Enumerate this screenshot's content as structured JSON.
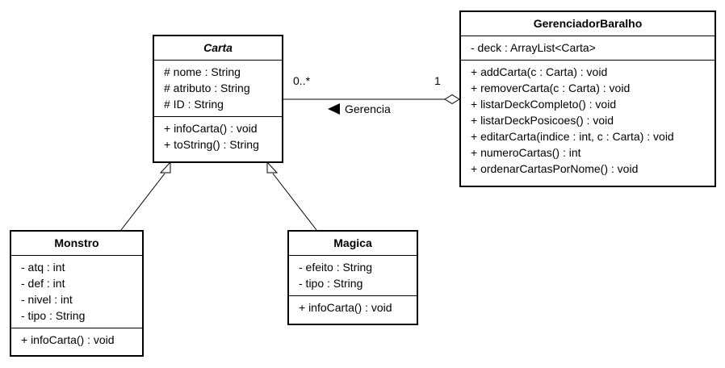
{
  "classes": {
    "carta": {
      "name": "Carta",
      "attributes": [
        "# nome : String",
        "# atributo : String",
        "# ID : String"
      ],
      "methods": [
        "+ infoCarta() : void",
        "+ toString() : String"
      ]
    },
    "gerenciador": {
      "name": "GerenciadorBaralho",
      "attributes": [
        "- deck : ArrayList<Carta>"
      ],
      "methods": [
        "+ addCarta(c : Carta) : void",
        "+ removerCarta(c : Carta) : void",
        "+ listarDeckCompleto() : void",
        "+ listarDeckPosicoes() : void",
        "+ editarCarta(indice : int, c : Carta) : void",
        "+ numeroCartas() : int",
        "+ ordenarCartasPorNome() : void"
      ]
    },
    "monstro": {
      "name": "Monstro",
      "attributes": [
        "- atq : int",
        "- def : int",
        "- nivel : int",
        "- tipo : String"
      ],
      "methods": [
        "+ infoCarta() : void"
      ]
    },
    "magica": {
      "name": "Magica",
      "attributes": [
        "- efeito : String",
        "- tipo : String"
      ],
      "methods": [
        "+ infoCarta() : void"
      ]
    }
  },
  "association": {
    "name": "Gerencia",
    "multiplicity_carta": "0..*",
    "multiplicity_gerenciador": "1"
  }
}
